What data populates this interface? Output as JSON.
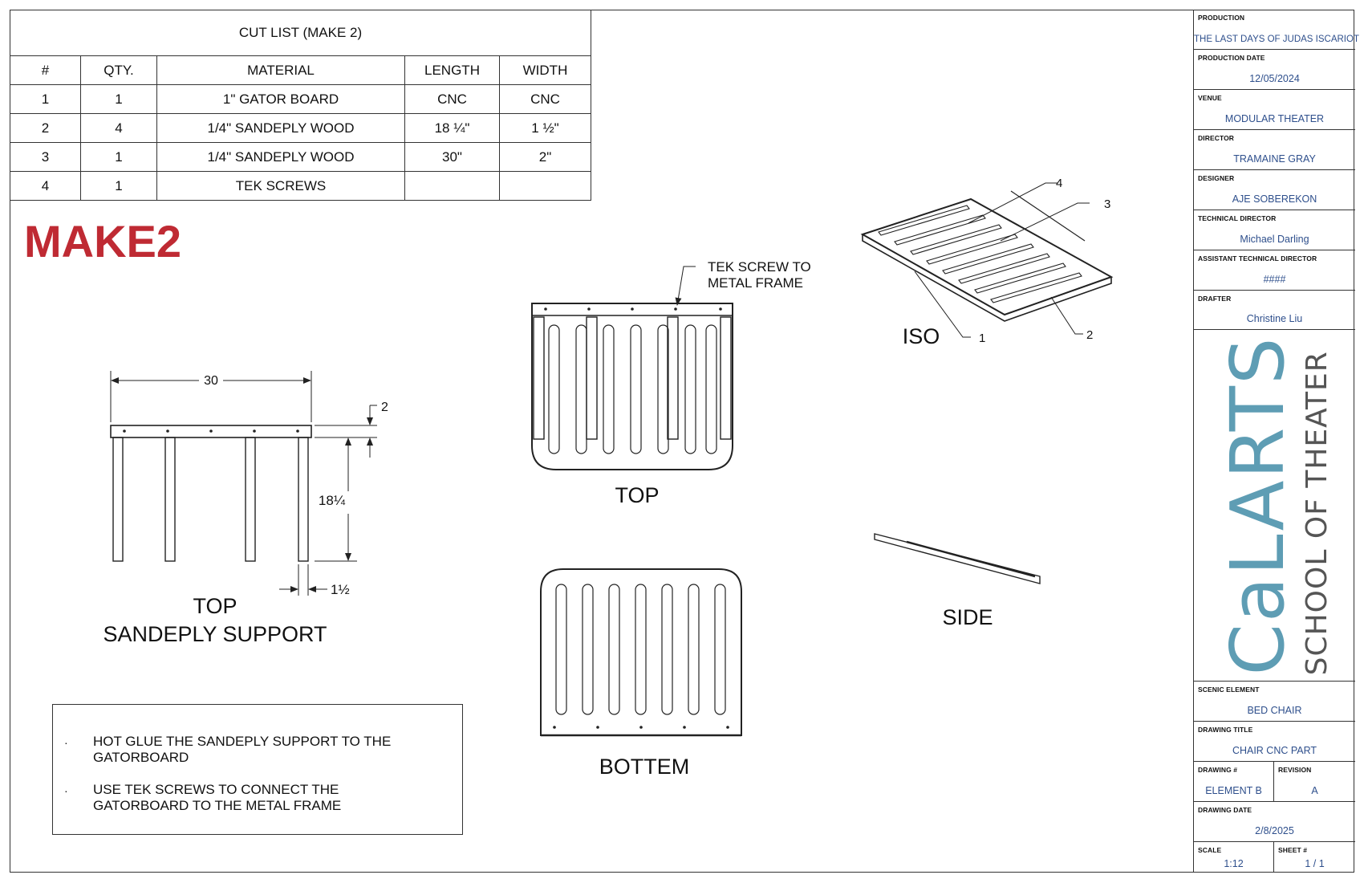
{
  "cut_list": {
    "title": "CUT LIST (MAKE 2)",
    "headers": [
      "#",
      "QTY.",
      "MATERIAL",
      "LENGTH",
      "WIDTH"
    ],
    "rows": [
      [
        "1",
        "1",
        "1\" GATOR BOARD",
        "CNC",
        "CNC"
      ],
      [
        "2",
        "4",
        "1/4\"  SANDEPLY WOOD",
        "18 ¼\"",
        "1 ½\""
      ],
      [
        "3",
        "1",
        "1/4\"  SANDEPLY WOOD",
        "30\"",
        "2\""
      ],
      [
        "4",
        "1",
        "TEK SCREWS",
        "",
        ""
      ]
    ]
  },
  "make_label": "MAKE2",
  "support_view": {
    "width_dim": "30",
    "height_dim": "18¼",
    "top_dim": "2",
    "leg_dim": "1½",
    "caption_line1": "TOP",
    "caption_line2": "SANDEPLY SUPPORT"
  },
  "top_view": {
    "caption": "TOP",
    "callout_line1": "TEK SCREW TO",
    "callout_line2": "METAL FRAME"
  },
  "bottom_view": {
    "caption": "BOTTEM"
  },
  "iso_view": {
    "caption": "ISO",
    "balloons": [
      "1",
      "2",
      "3",
      "4"
    ]
  },
  "side_view": {
    "caption": "SIDE"
  },
  "notes": [
    "HOT GLUE THE SANDEPLY SUPPORT TO THE GATORBOARD",
    "USE TEK SCREWS TO CONNECT THE GATORBOARD TO THE METAL FRAME"
  ],
  "title_block": {
    "production_label": "PRODUCTION",
    "production": "THE LAST DAYS OF JUDAS ISCARIOT",
    "production_date_label": "PRODUCTION DATE",
    "production_date": "12/05/2024",
    "venue_label": "VENUE",
    "venue": "MODULAR THEATER",
    "director_label": "DIRECTOR",
    "director": "TRAMAINE GRAY",
    "designer_label": "DESIGNER",
    "designer": "AJE SOBEREKON",
    "td_label": "TECHNICAL DIRECTOR",
    "td": "Michael Darling",
    "atd_label": "ASSISTANT TECHNICAL DIRECTOR",
    "atd": "####",
    "drafter_label": "DRAFTER",
    "drafter": "Christine Liu",
    "logo_main": "CaLARTS",
    "logo_sub": "SCHOOL OF THEATER",
    "scenic_label": "SCENIC ELEMENT",
    "scenic": "BED CHAIR",
    "drawing_title_label": "DRAWING TITLE",
    "drawing_title": "CHAIR CNC PART",
    "drawing_num_label": "DRAWING #",
    "drawing_num": "ELEMENT B",
    "revision_label": "REVISION",
    "revision": "A",
    "drawing_date_label": "DRAWING DATE",
    "drawing_date": "2/8/2025",
    "scale_label": "SCALE",
    "scale": "1:12",
    "sheet_label": "SHEET #",
    "sheet": "1 / 1"
  }
}
